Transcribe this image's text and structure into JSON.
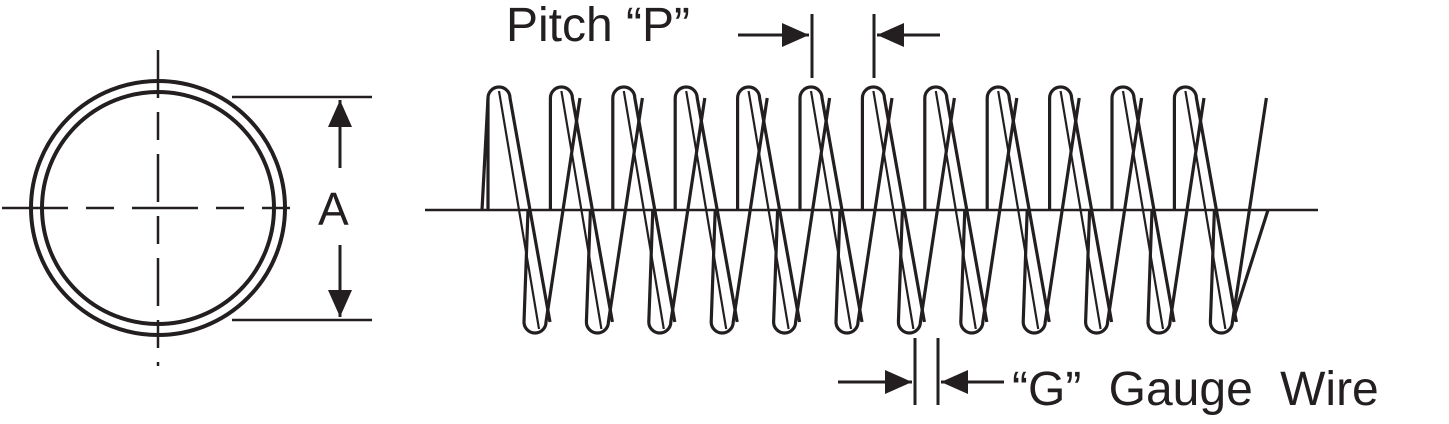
{
  "labels": {
    "pitch": "Pitch “P”",
    "diameter": "A",
    "gauge": "“G” Gauge Wire"
  },
  "colors": {
    "ink": "#231f20",
    "background": "#ffffff"
  }
}
